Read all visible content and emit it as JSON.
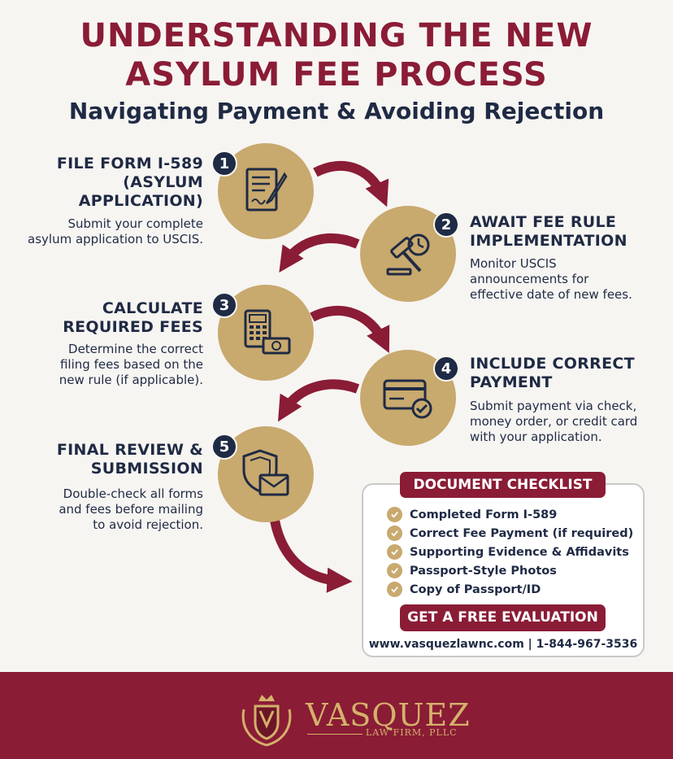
{
  "header": {
    "title_line1": "UNDERSTANDING THE NEW",
    "title_line2": "ASYLUM FEE PROCESS",
    "subtitle": "Navigating Payment & Avoiding Rejection"
  },
  "steps": [
    {
      "number": "1",
      "title_lines": [
        "FILE FORM I-589",
        "(ASYLUM",
        "APPLICATION)"
      ],
      "desc_lines": [
        "Submit your complete",
        "asylum application to USCIS."
      ],
      "icon": "document-pen-icon"
    },
    {
      "number": "2",
      "title_lines": [
        "AWAIT FEE RULE",
        "IMPLEMENTATION"
      ],
      "desc_lines": [
        "Monitor USCIS",
        "announcements for",
        "effective date of new fees."
      ],
      "icon": "gavel-clock-icon"
    },
    {
      "number": "3",
      "title_lines": [
        "CALCULATE",
        "REQUIRED FEES"
      ],
      "desc_lines": [
        "Determine the correct",
        "filing fees based on the",
        "new rule (if applicable)."
      ],
      "icon": "calculator-money-icon"
    },
    {
      "number": "4",
      "title_lines": [
        "INCLUDE CORRECT",
        "PAYMENT"
      ],
      "desc_lines": [
        "Submit payment via check,",
        "money order, or credit card",
        "with your application."
      ],
      "icon": "credit-card-check-icon"
    },
    {
      "number": "5",
      "title_lines": [
        "FINAL REVIEW &",
        "SUBMISSION"
      ],
      "desc_lines": [
        "Double-check all forms",
        "and fees before mailing",
        "to avoid rejection."
      ],
      "icon": "shield-envelope-icon"
    }
  ],
  "checklist": {
    "heading": "DOCUMENT CHECKLIST",
    "items": [
      "Completed Form I-589",
      "Correct Fee Payment (if required)",
      "Supporting Evidence & Affidavits",
      "Passport-Style Photos",
      "Copy of Passport/ID"
    ],
    "cta": "GET A FREE EVALUATION",
    "contact": "www.vasquezlawnc.com | 1-844-967-3536"
  },
  "brand": {
    "name": "VASQUEZ",
    "sub": "LAW FIRM, PLLC"
  },
  "colors": {
    "maroon": "#8a1c36",
    "gold": "#c8a96e",
    "navy": "#1f2a44"
  }
}
